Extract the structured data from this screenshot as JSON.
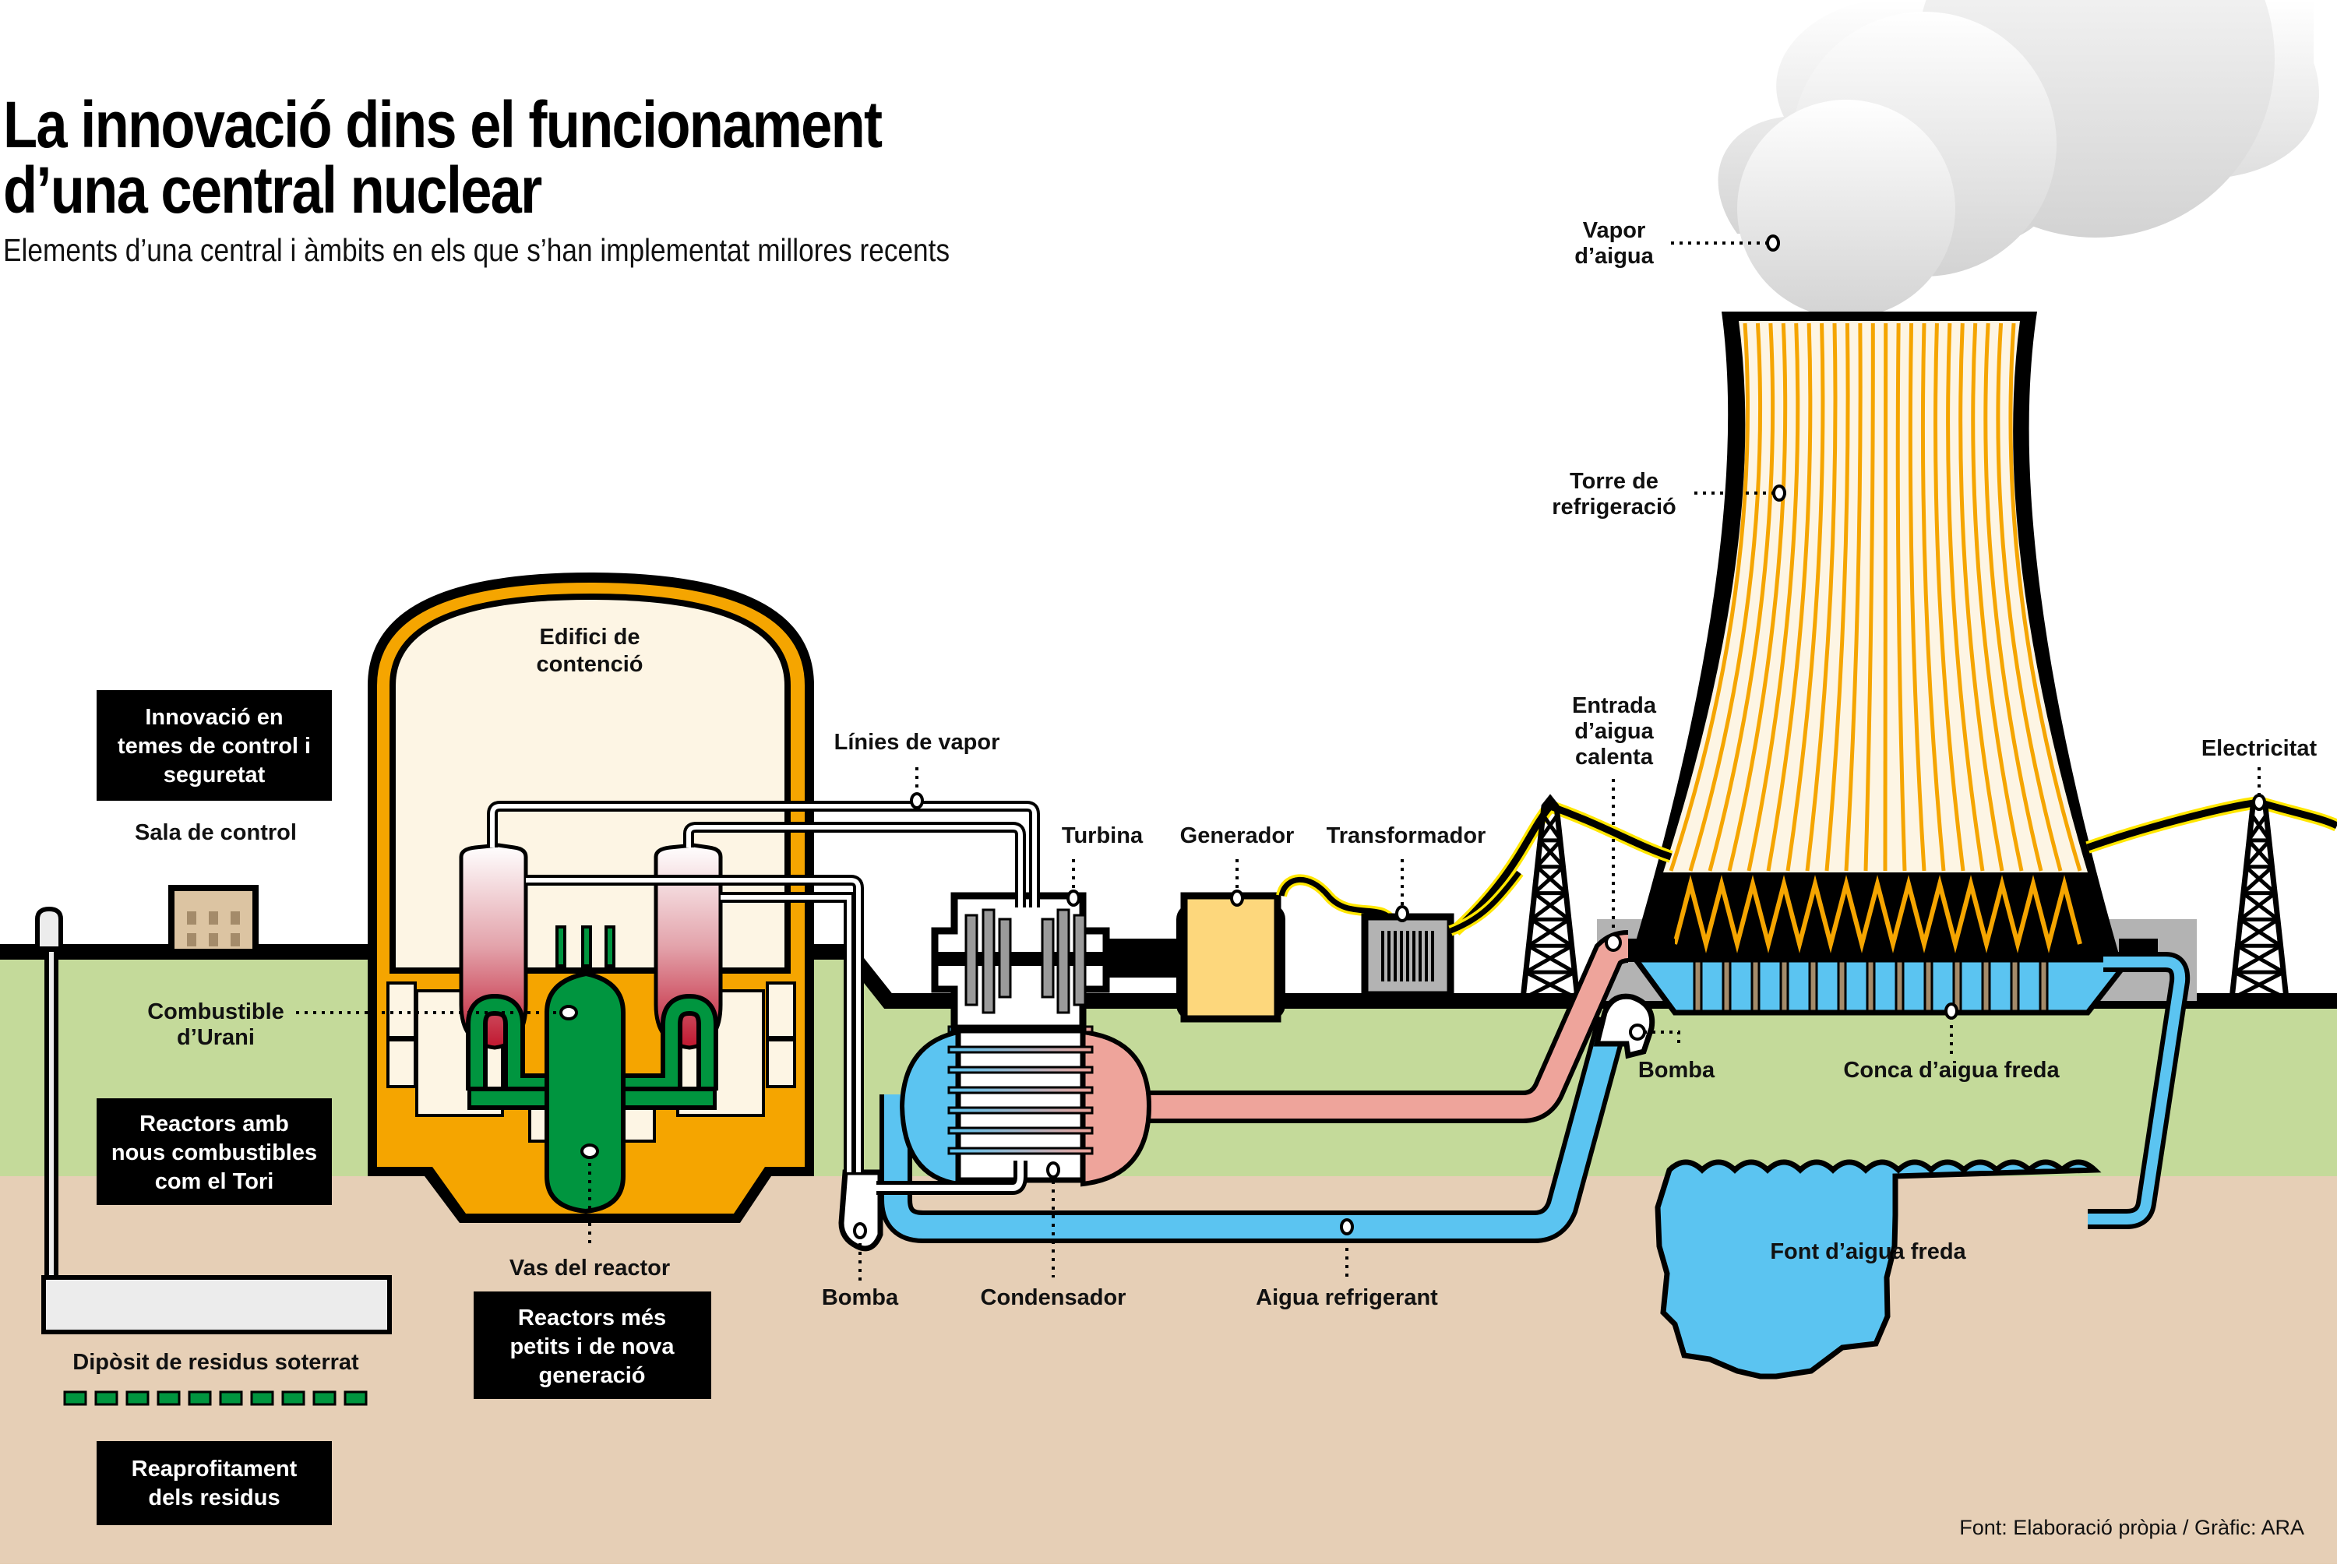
{
  "header": {
    "title_line1": "La innovació dins el funcionament",
    "title_line2": "d’una central nuclear",
    "subtitle": "Elements d’una central i àmbits en els que s’han implementat millores recents"
  },
  "labels": {
    "vapor_aigua": [
      "Vapor",
      "d’aigua"
    ],
    "torre_refrigeracio": [
      "Torre de",
      "refrigeració"
    ],
    "edifici_contencio": [
      "Edifici de",
      "contenció"
    ],
    "linies_vapor": "Línies de vapor",
    "turbina": "Turbina",
    "generador": "Generador",
    "transformador": "Transformador",
    "entrada_aigua_calenta": [
      "Entrada",
      "d’aigua",
      "calenta"
    ],
    "electricitat": "Electricitat",
    "sala_control": "Sala de control",
    "combustible_urani": [
      "Combustible",
      "d’Urani"
    ],
    "vas_reactor": "Vas del reactor",
    "bomba_left": "Bomba",
    "condensador": "Condensador",
    "aigua_refrigerant": "Aigua refrigerant",
    "bomba_right": "Bomba",
    "conca_aigua_freda": "Conca d’aigua freda",
    "font_aigua_freda": "Font d’aigua freda",
    "diposit_residus": "Dipòsit de residus soterrat"
  },
  "innovation_boxes": {
    "control_seguretat": [
      "Innovació en",
      "temes de control i",
      "seguretat"
    ],
    "nous_combustibles": [
      "Reactors amb",
      "nous combustibles",
      "com el Tori"
    ],
    "petits_nova_generacio": [
      "Reactors més",
      "petits i de nova",
      "generació"
    ],
    "reaprofitament": [
      "Reaprofitament",
      "dels residus"
    ]
  },
  "source": "Font: Elaboració pròpia / Gràfic: ARA",
  "colors": {
    "containment_orange": "#f5a500",
    "containment_inner": "#fdf5e4",
    "reactor_green": "#00953f",
    "steam_pink": "#e8a09a",
    "hot_water": "#eea49b",
    "cold_water": "#5bc4f1",
    "grass": "#c4da9a",
    "soil": "#e6cfb6",
    "generator_yellow": "#fdd77c",
    "transformer_gray": "#b3b3b3",
    "control_room": "#dcc4a2",
    "waste_green": "#00953f",
    "vapor_gray": "#dedede",
    "label_box": "#000000"
  }
}
